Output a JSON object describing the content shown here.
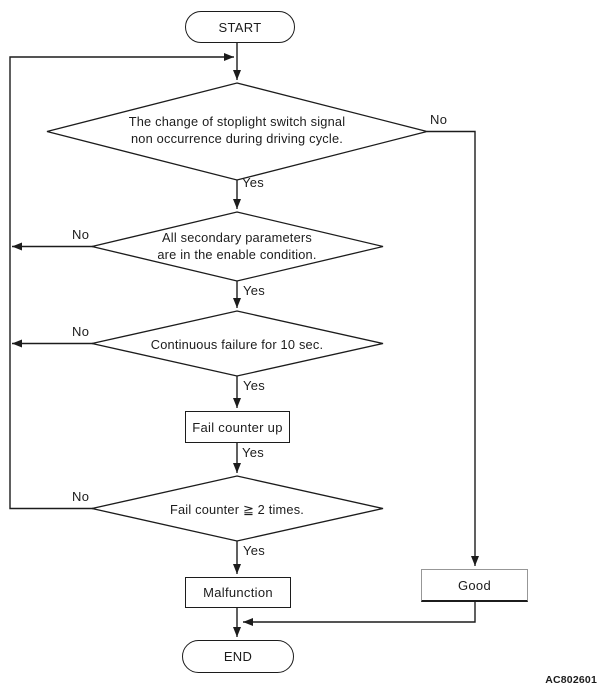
{
  "figure_code": "AC802601",
  "colors": {
    "line": "#1c1c1c",
    "background": "#ffffff",
    "good_border": "#979797"
  },
  "nodes": {
    "start": {
      "label": "START"
    },
    "decision_stoplight": {
      "line1": "The change of stoplight switch signal",
      "line2": "non occurrence during driving cycle."
    },
    "decision_parameters": {
      "line1": "All secondary parameters",
      "line2": "are in the enable condition."
    },
    "decision_failure": {
      "line1": "Continuous failure for 10 sec."
    },
    "process_fail_counter": {
      "label": "Fail counter up"
    },
    "decision_counter": {
      "line1": "Fail counter ≧ 2 times."
    },
    "process_malfunction": {
      "label": "Malfunction"
    },
    "process_good": {
      "label": "Good"
    },
    "end": {
      "label": "END"
    }
  },
  "edge_labels": {
    "stoplight_no": "No",
    "stoplight_yes": "Yes",
    "parameters_no": "No",
    "parameters_yes": "Yes",
    "failure_no": "No",
    "failure_yes": "Yes",
    "counter_up_yes": "Yes",
    "counter_no": "No",
    "counter_yes": "Yes"
  }
}
